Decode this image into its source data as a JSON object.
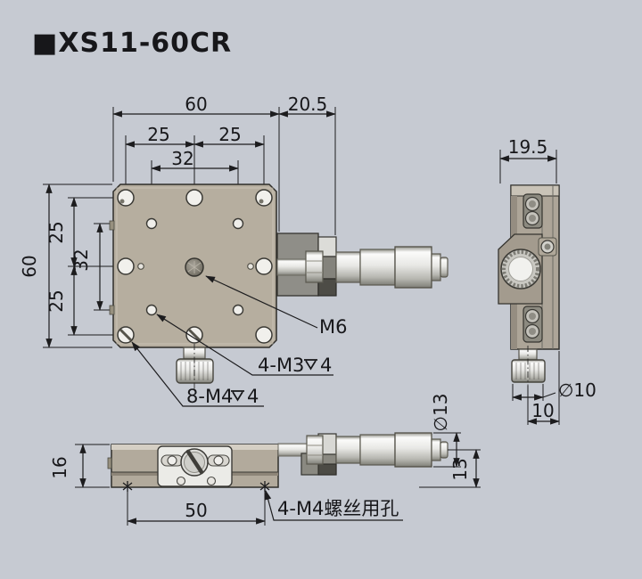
{
  "title": "■XS11-60CR",
  "colors": {
    "background": "#c6cad2",
    "plate": "#b6ae9f",
    "side_body": "#ada598",
    "bottom_body": "#b2aa9c",
    "line": "#1c1c1e",
    "bracket_gray": "#8f8e88",
    "white_plate": "#ebebe7"
  },
  "front_view": {
    "dims": {
      "width": "60",
      "micrometer_offset": "20.5",
      "hole_pitch_left": "25",
      "hole_pitch_right": "25",
      "inner_pitch_h": "32",
      "height": "60",
      "hole_pitch_top": "25",
      "inner_pitch_v": "32",
      "hole_pitch_bottom": "25"
    },
    "labels": {
      "center_thread": "M6",
      "inner_holes": "4-M3",
      "inner_holes_depth": "4",
      "outer_holes": "8-M4",
      "outer_holes_depth": "4"
    }
  },
  "side_view": {
    "dims": {
      "depth": "19.5",
      "knob_dia": "∅10",
      "knob_offset": "10"
    }
  },
  "bottom_view": {
    "dims": {
      "height": "16",
      "mount_span": "50",
      "thimble_dia": "∅13",
      "axis_height": "13"
    },
    "labels": {
      "clearance_holes": "4-M4螺丝用孔"
    }
  }
}
